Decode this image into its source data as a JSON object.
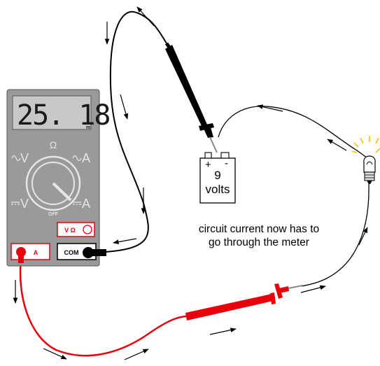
{
  "meter": {
    "display_value": "25. 18",
    "display_unit": "m",
    "dial_symbol": "Ω",
    "off_label": "OFF",
    "left_upper_label": "V",
    "left_lower_label": "V",
    "right_upper_label": "A",
    "right_lower_label": "A",
    "jack_vohm_label": "V Ω",
    "jack_amp_label": "A",
    "jack_com_label": "COM",
    "body_color": "#9a9a9a",
    "display_color": "#c8c8c8"
  },
  "battery": {
    "plus_label": "+",
    "minus_label": "-",
    "voltage_label": "9",
    "unit_label": "volts"
  },
  "caption": {
    "line1": "circuit current now has to",
    "line2": "go through the meter"
  },
  "leads": {
    "black_color": "#000000",
    "red_color": "#e8000b"
  },
  "lamp": {
    "glow_color": "#f2c200"
  }
}
